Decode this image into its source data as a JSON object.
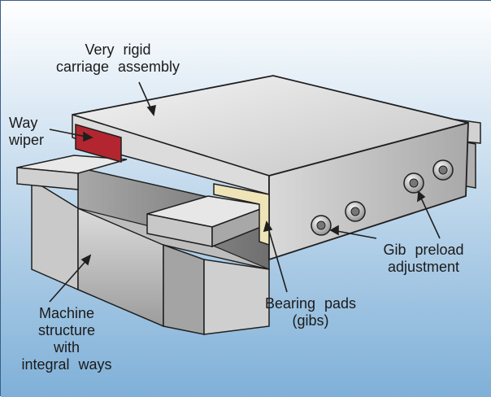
{
  "labels": {
    "carriage_line1": "Very rigid",
    "carriage_line2": "carriage assembly",
    "wiper_line1": "Way",
    "wiper_line2": "wiper",
    "gib_line1": "Gib preload",
    "gib_line2": "adjustment",
    "bearing_line1": "Bearing pads",
    "bearing_line2": "(gibs)",
    "machine_line1": "Machine",
    "machine_line2": "structure",
    "machine_line3": "with",
    "machine_line4": "integral ways"
  },
  "colors": {
    "background_top": "#ffffff",
    "background_bottom": "#7fb0d8",
    "metal_light": "#e8e8e8",
    "metal_mid": "#c9c9c9",
    "metal_dark": "#8f8f8f",
    "wiper_red": "#b3262f",
    "bearing_pad": "#efe3b8",
    "outline": "#1f1f1f"
  },
  "icons": {
    "screw": "hex-screw-icon"
  }
}
